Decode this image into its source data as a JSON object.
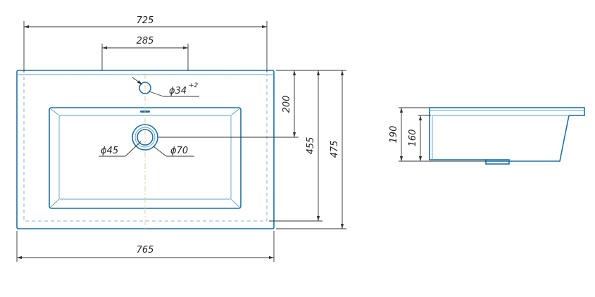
{
  "top_view": {
    "overall_width": "725",
    "tap_spacing": "285",
    "outer_width": "765",
    "tap_hole": "ϕ34",
    "tap_hole_tolerance": "+2",
    "drain_inner": "ϕ45",
    "drain_outer": "ϕ70",
    "depth_to_drain": "200",
    "bowl_depth": "455",
    "overall_depth": "475"
  },
  "side_view": {
    "total_height": "190",
    "bowl_height": "160"
  },
  "colors": {
    "outline": "#1f6fa3",
    "dimension": "#333333",
    "centerline": "#d8c78a"
  }
}
